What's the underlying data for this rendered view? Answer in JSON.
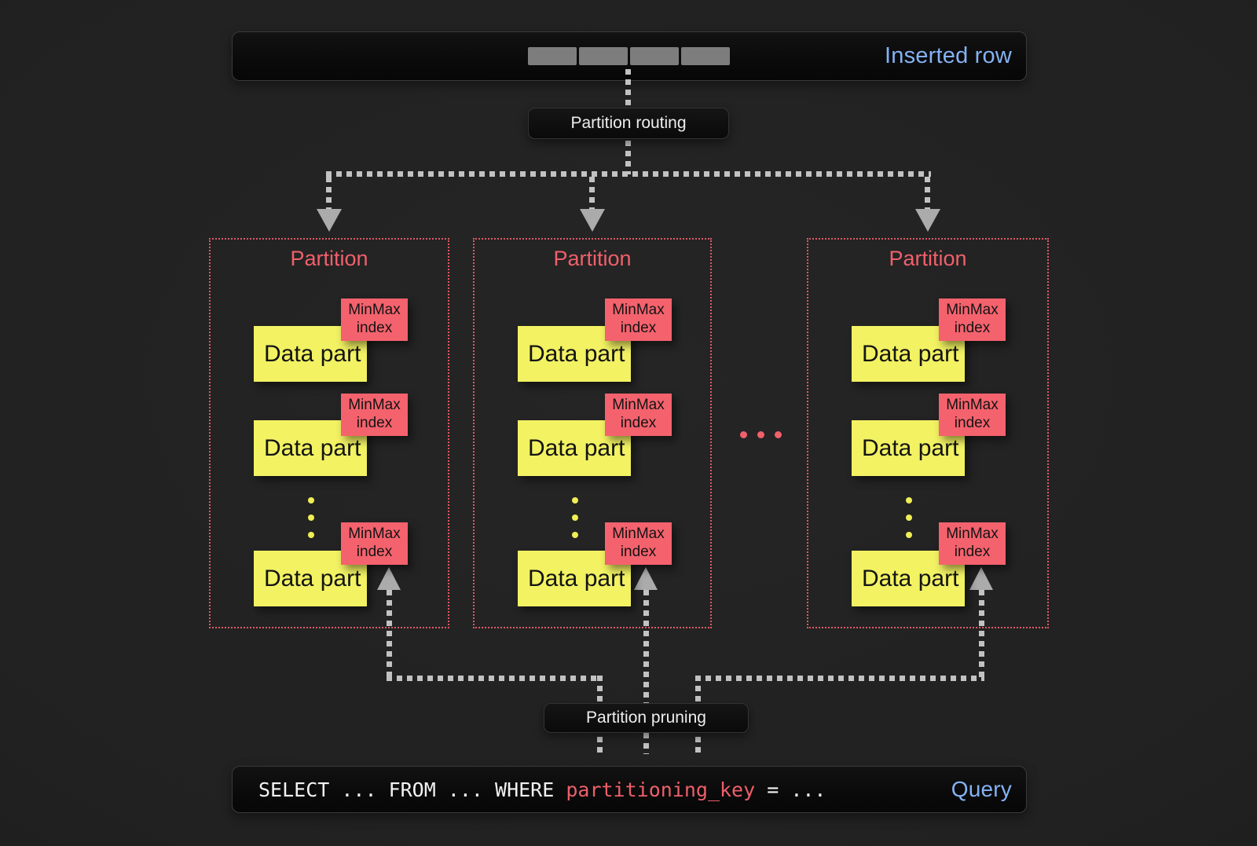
{
  "inserted_row": {
    "label": "Inserted row",
    "cell_count": 4
  },
  "labels": {
    "routing": "Partition routing",
    "pruning": "Partition pruning"
  },
  "partitions": [
    {
      "title": "Partition",
      "parts": [
        {
          "label": "Data part",
          "tag": "MinMax index"
        },
        {
          "label": "Data part",
          "tag": "MinMax index"
        },
        {
          "label": "Data part",
          "tag": "MinMax index"
        }
      ]
    },
    {
      "title": "Partition",
      "parts": [
        {
          "label": "Data part",
          "tag": "MinMax index"
        },
        {
          "label": "Data part",
          "tag": "MinMax index"
        },
        {
          "label": "Data part",
          "tag": "MinMax index"
        }
      ]
    },
    {
      "title": "Partition",
      "parts": [
        {
          "label": "Data part",
          "tag": "MinMax index"
        },
        {
          "label": "Data part",
          "tag": "MinMax index"
        },
        {
          "label": "Data part",
          "tag": "MinMax index"
        }
      ]
    }
  ],
  "query": {
    "sql_prefix": "SELECT ... FROM ... WHERE ",
    "sql_key": "partitioning_key",
    "sql_suffix": " = ...",
    "label": "Query"
  },
  "colors": {
    "accent_blue": "#84b2f4",
    "accent_red": "#f0606b",
    "data_part_yellow": "#f2f263",
    "minmax_red": "#f4626d",
    "partition_border_red": "#de5a64",
    "connector_gray": "#c2c2c2"
  }
}
